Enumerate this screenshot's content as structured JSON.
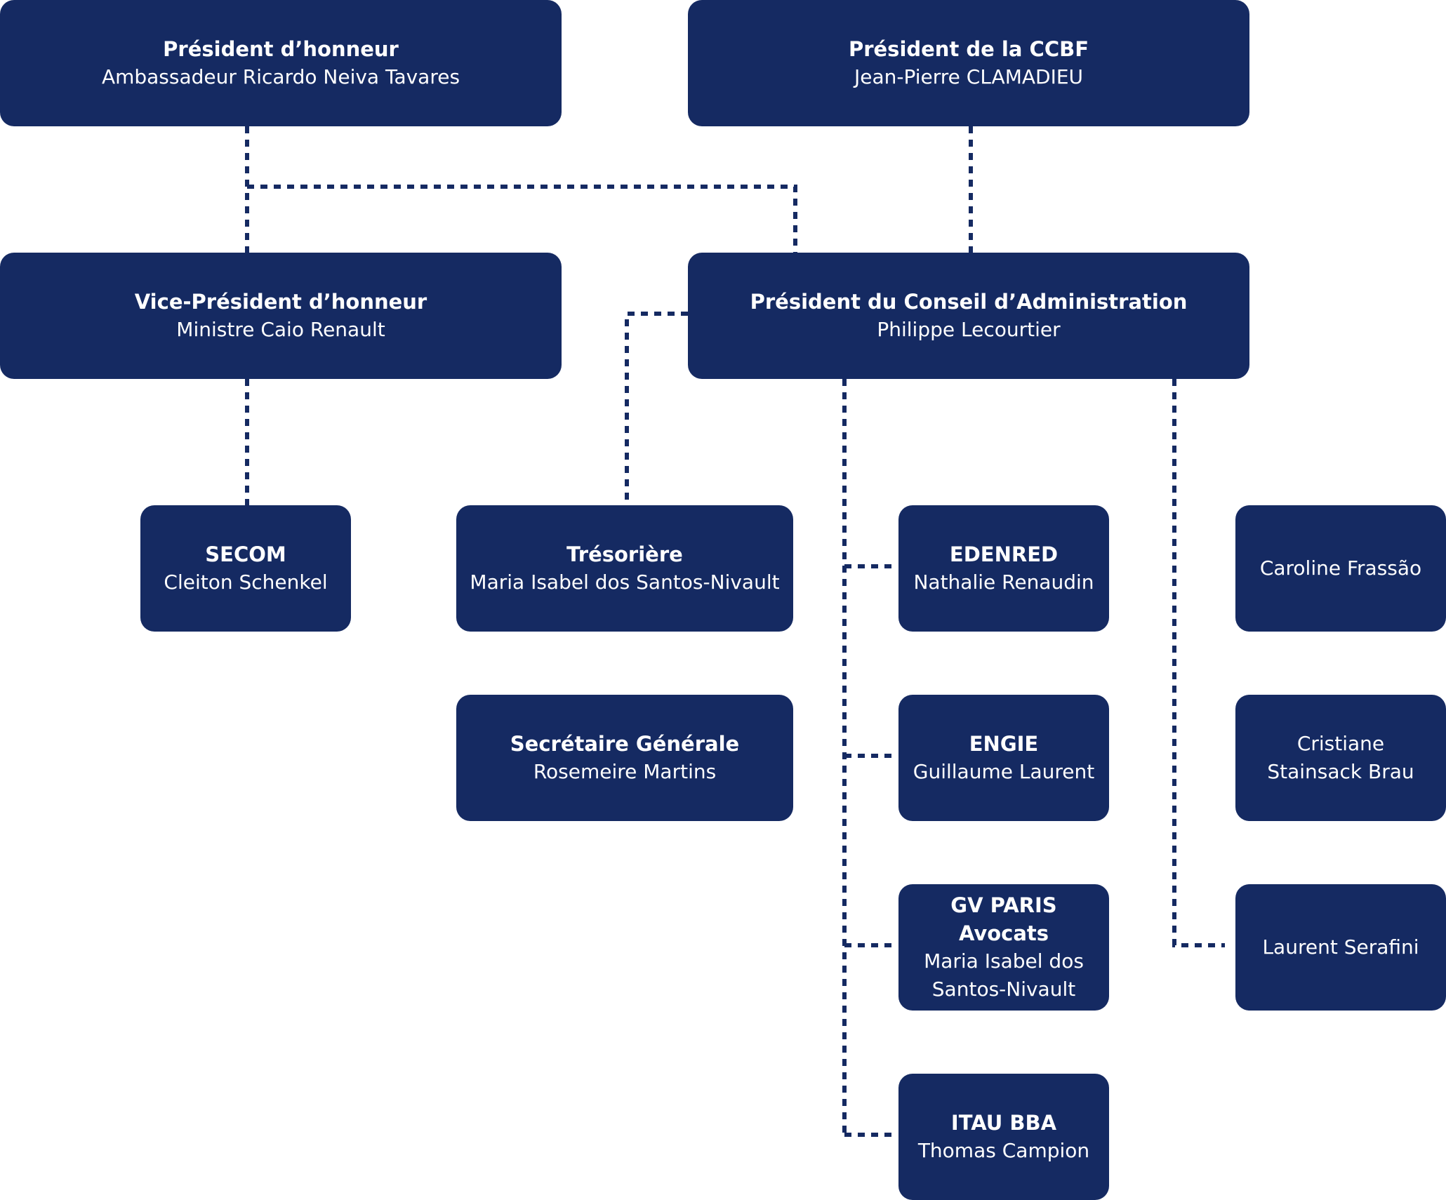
{
  "colors": {
    "box_fill": "#152a62",
    "text": "#ffffff",
    "connector": "#152a62",
    "background": "#ffffff"
  },
  "nodes": {
    "president_honneur": {
      "title": "Président d’honneur",
      "name": "Ambassadeur Ricardo Neiva Tavares"
    },
    "president_ccbf": {
      "title": "Président de la CCBF",
      "name": "Jean-Pierre CLAMADIEU"
    },
    "vice_president_honneur": {
      "title": "Vice-Président d’honneur",
      "name": "Ministre Caio Renault"
    },
    "president_ca": {
      "title": "Président du Conseil d’Administration",
      "name": "Philippe Lecourtier"
    },
    "secom": {
      "title": "SECOM",
      "name": "Cleiton Schenkel"
    },
    "tresoriere": {
      "title": "Trésorière",
      "name": "Maria Isabel dos Santos-Nivault"
    },
    "secretaire_generale": {
      "title": "Secrétaire Générale",
      "name": "Rosemeire Martins"
    },
    "edenred": {
      "title": "EDENRED",
      "name": "Nathalie Renaudin"
    },
    "engie": {
      "title": "ENGIE",
      "name": "Guillaume Laurent"
    },
    "gv_paris": {
      "title": "GV PARIS Avocats",
      "name": "Maria Isabel dos Santos-Nivault"
    },
    "itau": {
      "title": "ITAU BBA",
      "name": "Thomas Campion"
    },
    "frassao": {
      "name": "Caroline Frassão"
    },
    "stainsack": {
      "name": "Cristiane Stainsack Brau"
    },
    "serafini": {
      "name": "Laurent Serafini"
    }
  }
}
